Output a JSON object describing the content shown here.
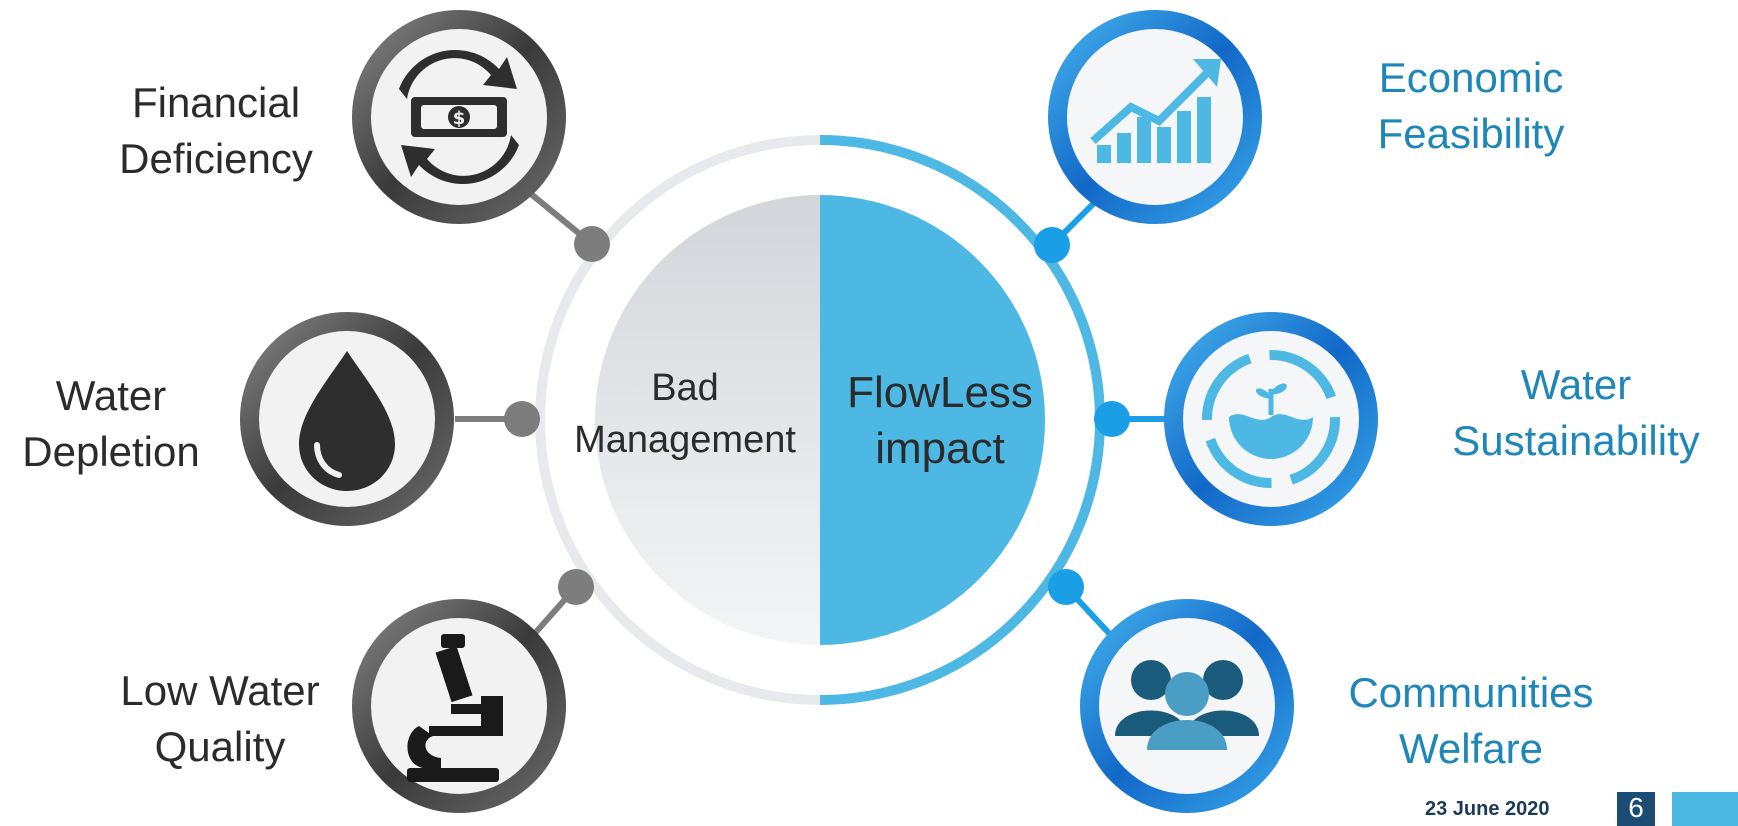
{
  "center": {
    "left_label": [
      "Bad",
      "Management"
    ],
    "right_label": [
      "FlowLess",
      "impact"
    ]
  },
  "problems": [
    {
      "lines": [
        "Financial",
        "Deficiency"
      ],
      "icon": "money-exchange-icon"
    },
    {
      "lines": [
        "Water",
        "Depletion"
      ],
      "icon": "water-drop-icon"
    },
    {
      "lines": [
        "Low Water",
        "Quality"
      ],
      "icon": "microscope-icon"
    }
  ],
  "impacts": [
    {
      "lines": [
        "Economic",
        "Feasibility"
      ],
      "icon": "growth-chart-icon"
    },
    {
      "lines": [
        "Water",
        "Sustainability"
      ],
      "icon": "water-cycle-icon"
    },
    {
      "lines": [
        "Communities",
        "Welfare"
      ],
      "icon": "people-group-icon"
    }
  ],
  "footer": {
    "date": "23 June 2020",
    "page": "6"
  },
  "colors": {
    "gray_ring": "#4a4a4a",
    "blue_ring": "#1a83d6",
    "light_blue": "#4eb8e4",
    "light_gray": "#e6e7ea",
    "text_blue": "#1f86b9",
    "text_dark": "#2b2b2b"
  }
}
